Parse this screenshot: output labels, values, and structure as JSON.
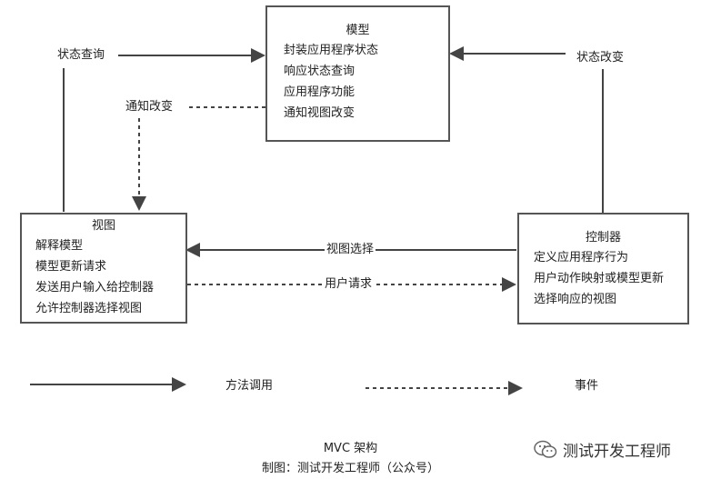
{
  "model": {
    "title": "模型",
    "items": [
      "封装应用程序状态",
      "响应状态查询",
      "应用程序功能",
      "通知视图改变"
    ]
  },
  "view": {
    "title": "视图",
    "items": [
      "解释模型",
      "模型更新请求",
      "发送用户输入给控制器",
      "允许控制器选择视图"
    ]
  },
  "controller": {
    "title": "控制器",
    "items": [
      "定义应用程序行为",
      "用户动作映射或模型更新",
      "选择响应的视图"
    ]
  },
  "arrows": {
    "state_query": "状态查询",
    "notify_change": "通知改变",
    "state_change": "状态改变",
    "view_select": "视图选择",
    "user_request": "用户请求"
  },
  "legend": {
    "method_call": "方法调用",
    "event": "事件"
  },
  "caption": {
    "title": "MVC 架构",
    "credit": "制图：测试开发工程师（公众号）"
  },
  "watermark": "测试开发工程师"
}
